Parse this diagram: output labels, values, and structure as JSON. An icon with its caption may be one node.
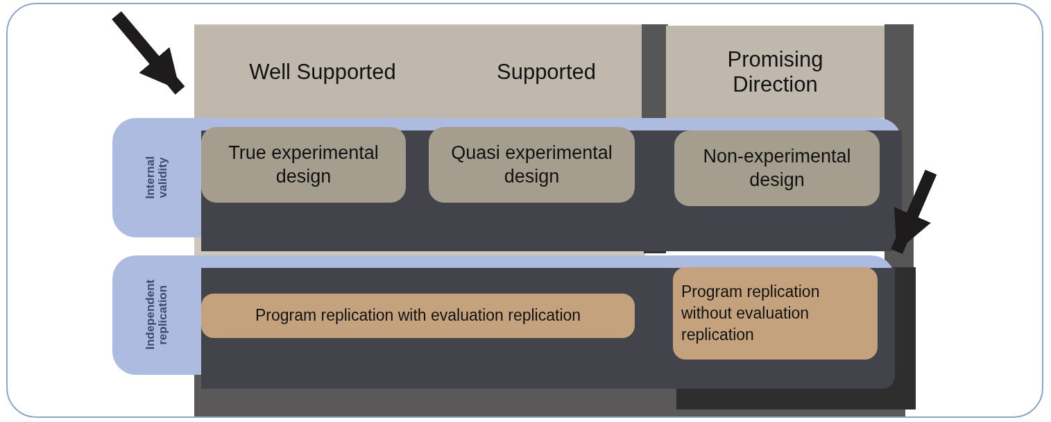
{
  "diagram": {
    "nodes": [
      {
        "text": [
          "Well Supported"
        ]
      },
      {
        "text": [
          "Supported"
        ]
      },
      {
        "text": [
          "Promising Direction"
        ]
      },
      {
        "text": [
          "Internal validity"
        ]
      },
      {
        "text": [
          "True experimental design"
        ],
        "in": 3
      },
      {
        "text": [
          "Quasi experimental design"
        ],
        "in": 3
      },
      {
        "text": [
          "Non-experimental design"
        ],
        "in": 3
      },
      {
        "text": [
          "Independent replication"
        ]
      },
      {
        "text": [
          "Program replication with evaluation replication"
        ],
        "in": 7
      },
      {
        "text": [
          "Program replication without evaluation replication"
        ],
        "in": 7
      }
    ],
    "edges": [
      {
        "from": null,
        "to": 3,
        "arrow": "to"
      },
      {
        "from": null,
        "to": 9,
        "arrow": "to"
      }
    ]
  }
}
